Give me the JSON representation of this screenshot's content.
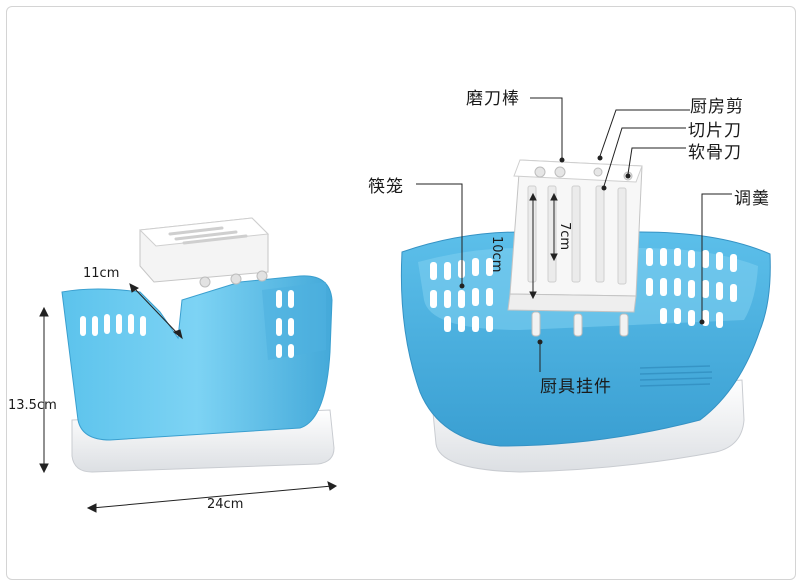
{
  "dimensions": {
    "width_top": "11cm",
    "height": "13.5cm",
    "length": "24cm"
  },
  "callouts": {
    "sharpening_rod": "磨刀棒",
    "kitchen_scissors": "厨房剪",
    "slicing_knife": "切片刀",
    "bone_knife": "软骨刀",
    "chopsticks_cage": "筷笼",
    "ladle": "调羹",
    "utensil_hooks": "厨具挂件",
    "slot_depth_10": "10cm",
    "slot_depth_7": "7cm"
  },
  "colors": {
    "basket_blue": "#5bbbe6",
    "basket_blue_dark": "#3c9fcf",
    "base_white": "#f1f2f4",
    "rack_white": "#f7f7f7"
  }
}
